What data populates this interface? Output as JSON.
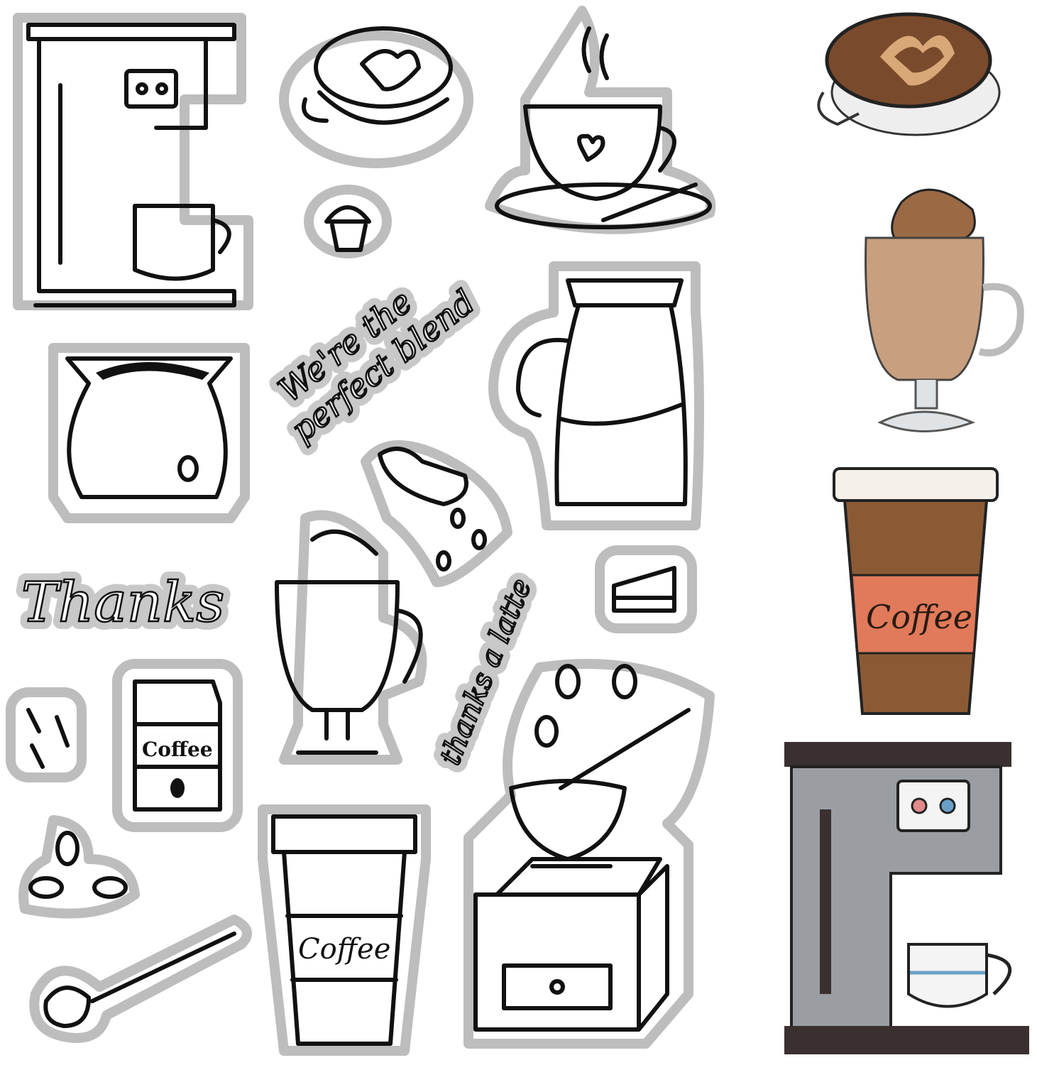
{
  "stamps": {
    "phrase_blend_line1": "We're the",
    "phrase_blend_line2": "perfect blend",
    "phrase_thanks": "Thanks",
    "phrase_latte": "thanks a latte",
    "coffee_box_label": "Coffee",
    "cup_label": "Coffee"
  },
  "colored": {
    "cup_label": "Coffee",
    "colors": {
      "latte_brown": "#7a4a2c",
      "foam": "#d9a878",
      "cup_sleeve": "#8a5a35",
      "label_band": "#e07a5a",
      "machine_gray": "#9a9ea3",
      "machine_dark": "#3a3030"
    }
  }
}
